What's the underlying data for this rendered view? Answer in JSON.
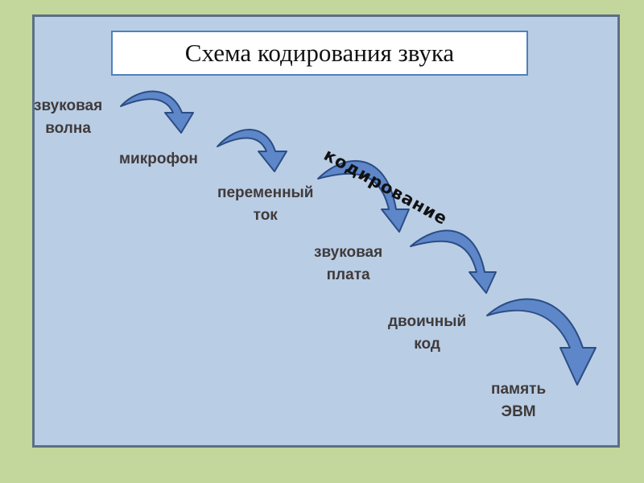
{
  "title": "Схема кодирования звука",
  "encoding_label": "кодирование",
  "steps": [
    {
      "line1": "звуковая",
      "line2": "волна"
    },
    {
      "line1": "микрофон",
      "line2": ""
    },
    {
      "line1": "переменный",
      "line2": "ток"
    },
    {
      "line1": "звуковая",
      "line2": "плата"
    },
    {
      "line1": "двоичный",
      "line2": "код"
    },
    {
      "line1": "память",
      "line2": "ЭВМ"
    }
  ],
  "colors": {
    "background": "#c3d69b",
    "panel": "#b9cde5",
    "arrow_fill": "#5d87c9",
    "arrow_stroke": "#2c4d84",
    "title_border": "#4f81bd"
  }
}
